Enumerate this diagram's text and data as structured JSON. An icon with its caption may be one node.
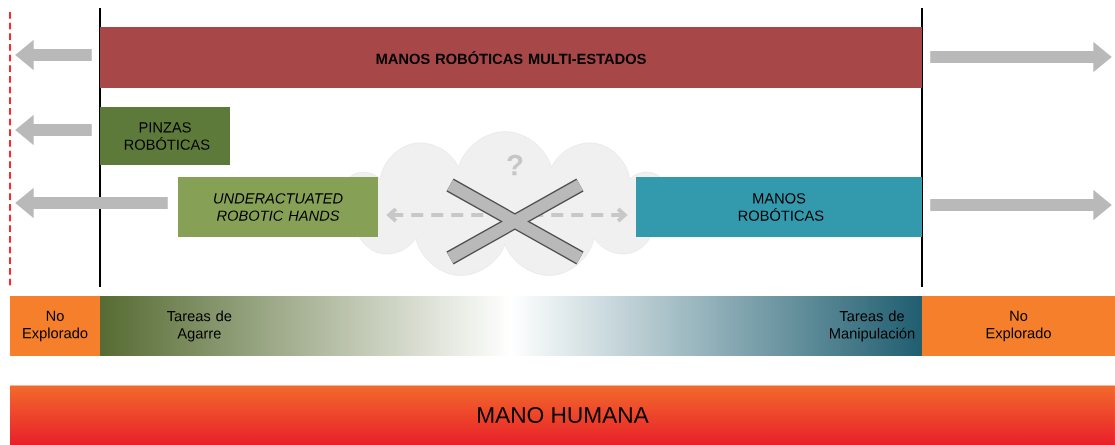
{
  "diagram": {
    "nodes": [
      {
        "text": [
          "MANOS ROBÓTICAS MULTI-ESTADOS"
        ]
      },
      {
        "text": [
          "PINZAS ROBÓTICAS"
        ]
      },
      {
        "text": [
          "UNDERACTUATED ROBOTIC HANDS"
        ]
      },
      {
        "text": [
          "MANOS ROBÓTICAS"
        ]
      },
      {
        "text": [
          "No Explorado"
        ]
      },
      {
        "text": [
          "Tareas de Agarre",
          "Tareas de Manipulación"
        ]
      },
      {
        "text": [
          "No Explorado"
        ]
      },
      {
        "text": [
          "MANO HUMANA"
        ]
      }
    ],
    "edges": [
      {
        "from": 0,
        "to": null,
        "arrow": "to"
      },
      {
        "from": 1,
        "to": null,
        "arrow": "to"
      },
      {
        "from": 2,
        "to": null,
        "arrow": "to"
      },
      {
        "from": 0,
        "to": null,
        "arrow": "to"
      },
      {
        "from": 3,
        "to": null,
        "arrow": "to"
      },
      {
        "from": 2,
        "to": 3,
        "arrow": "both",
        "style": "dashed",
        "color": "#c8c8c8"
      }
    ],
    "labels": [
      "?"
    ]
  }
}
